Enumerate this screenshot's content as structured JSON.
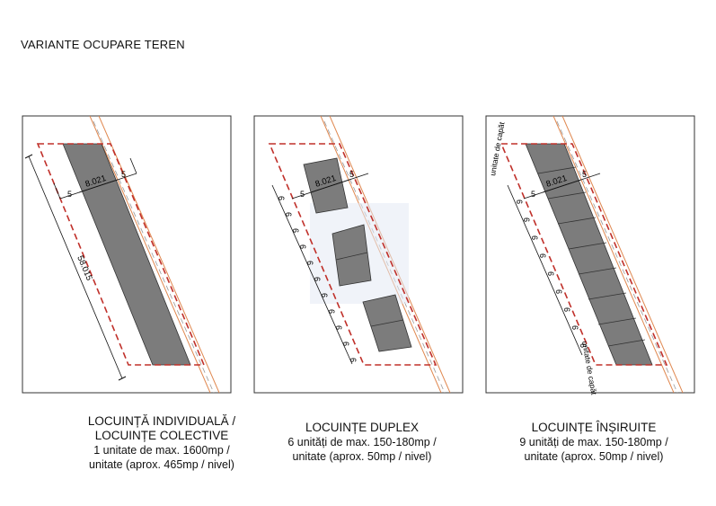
{
  "page": {
    "title": "VARIANTE OCUPARE TEREN"
  },
  "colors": {
    "lot_boundary": "#c0302a",
    "road": "#e08850",
    "building": "#7c7c7c",
    "frame": "#333333"
  },
  "panels": [
    {
      "id": "individual",
      "width_dim": "8.021",
      "setback": "5",
      "length_dim": "58.015",
      "caption": [
        "LOCUINȚĂ INDIVIDUALĂ /",
        "LOCUINȚE COLECTIVE",
        "1 unitate de max. 1600mp /",
        "unitate (aprox. 465mp / nivel)"
      ]
    },
    {
      "id": "duplex",
      "width_dim": "8.021",
      "setback": "5",
      "module": "6",
      "caption": [
        "LOCUINȚE DUPLEX",
        "6 unități de max. 150-180mp /",
        "unitate (aprox. 50mp / nivel)"
      ]
    },
    {
      "id": "insiruite",
      "width_dim": "8.021",
      "setback": "5",
      "module": "6",
      "end_unit_top": "unitate de capăt",
      "end_unit_bottom": "unitate de capăt",
      "caption": [
        "LOCUINȚE ÎNȘIRUITE",
        "9 unități de max. 150-180mp /",
        "unitate (aprox. 50mp / nivel)"
      ]
    }
  ]
}
